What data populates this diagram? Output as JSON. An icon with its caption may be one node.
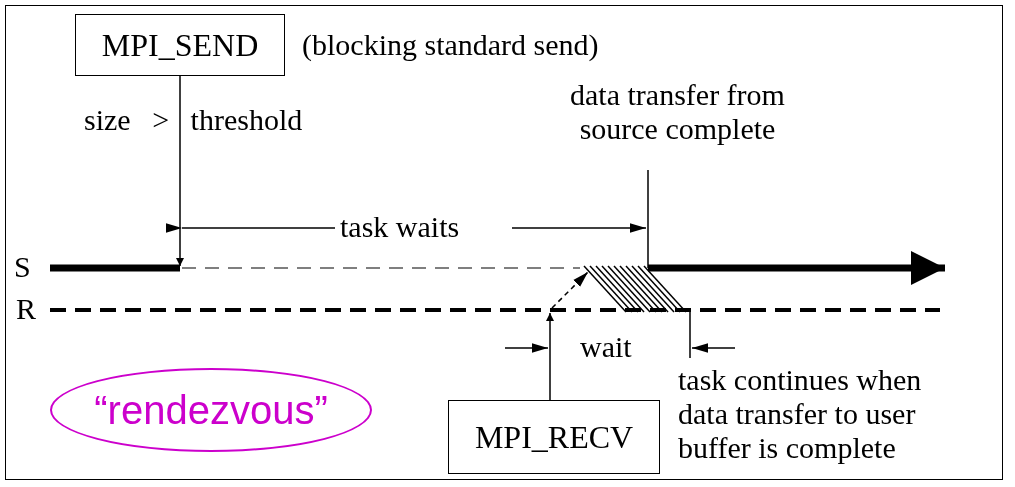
{
  "diagram": {
    "nodes": [
      {
        "text": [
          "MPI_SEND"
        ],
        "beside": [
          "(blocking standard send)"
        ]
      },
      {
        "text": [
          "MPI_RECV"
        ]
      },
      {
        "text": [
          "“rendezvous”"
        ]
      }
    ],
    "edges": [
      {
        "from": 0,
        "to": null,
        "arrow": "to"
      },
      {
        "from": 1,
        "to": null,
        "arrow": "to"
      }
    ],
    "labels": [
      "size > threshold",
      "data transfer from source complete",
      "S",
      "task waits",
      "R",
      "wait",
      "task continues when data transfer to user buffer is complete"
    ]
  }
}
